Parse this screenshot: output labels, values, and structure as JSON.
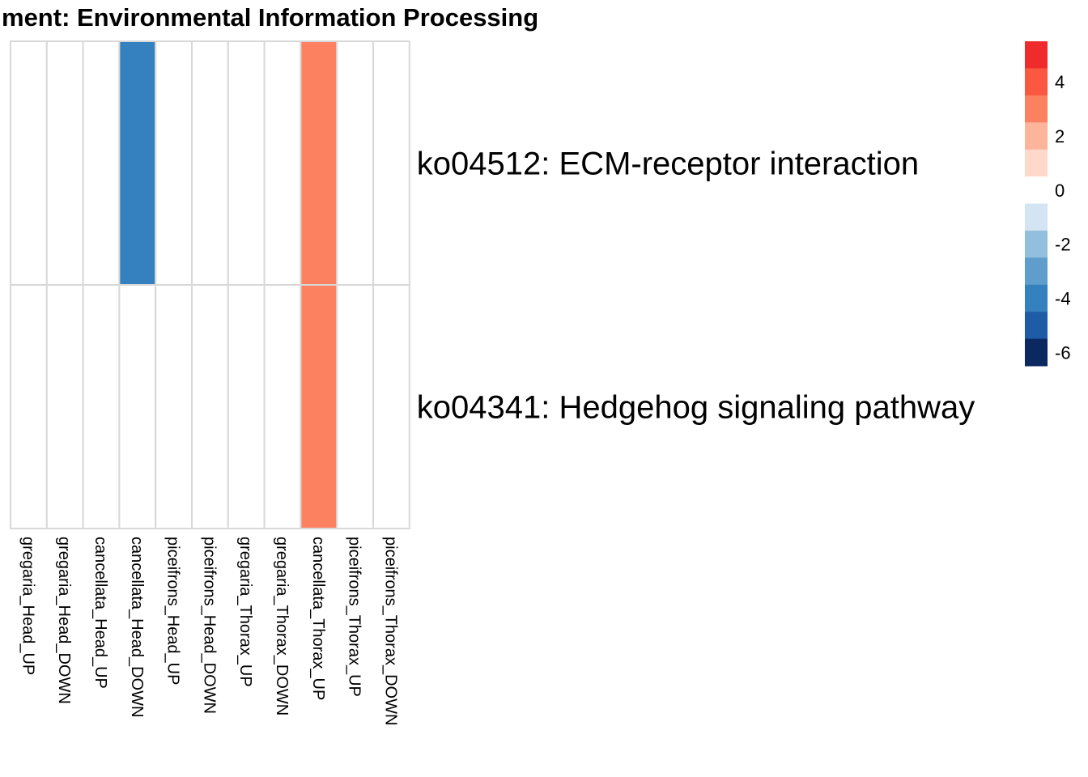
{
  "chart_data": {
    "type": "heatmap",
    "title": "ment: Environmental Information Processing",
    "columns": [
      "gregaria_Head_UP",
      "gregaria_Head_DOWN",
      "cancellata_Head_UP",
      "cancellata_Head_DOWN",
      "piceifrons_Head_UP",
      "piceifrons_Head_DOWN",
      "gregaria_Thorax_UP",
      "gregaria_Thorax_DOWN",
      "cancellata_Thorax_UP",
      "piceifrons_Thorax_UP",
      "piceifrons_Thorax_DOWN"
    ],
    "rows": [
      "ko04512: ECM-receptor interaction",
      "ko04341: Hedgehog signaling pathway"
    ],
    "values": [
      [
        0,
        0,
        0,
        -4,
        0,
        0,
        0,
        0,
        3,
        0,
        0
      ],
      [
        0,
        0,
        0,
        0,
        0,
        0,
        0,
        0,
        3,
        0,
        0
      ]
    ],
    "grid": true,
    "legend": {
      "position": "right",
      "ticks": [
        4,
        2,
        0,
        -2,
        -4,
        -6
      ],
      "tick_labels": [
        "4",
        "2",
        "0",
        "-2",
        "-4",
        "-6"
      ],
      "range": [
        -6.5,
        5.5
      ],
      "colors_top_to_bottom": [
        "#EF2C2B",
        "#FB5841",
        "#FC8161",
        "#FCB49B",
        "#FED9CB",
        "#FFFFFF",
        "#D4E4F3",
        "#92BFDD",
        "#5F9ECC",
        "#3580BE",
        "#1E5CA7",
        "#0B2860"
      ]
    }
  }
}
